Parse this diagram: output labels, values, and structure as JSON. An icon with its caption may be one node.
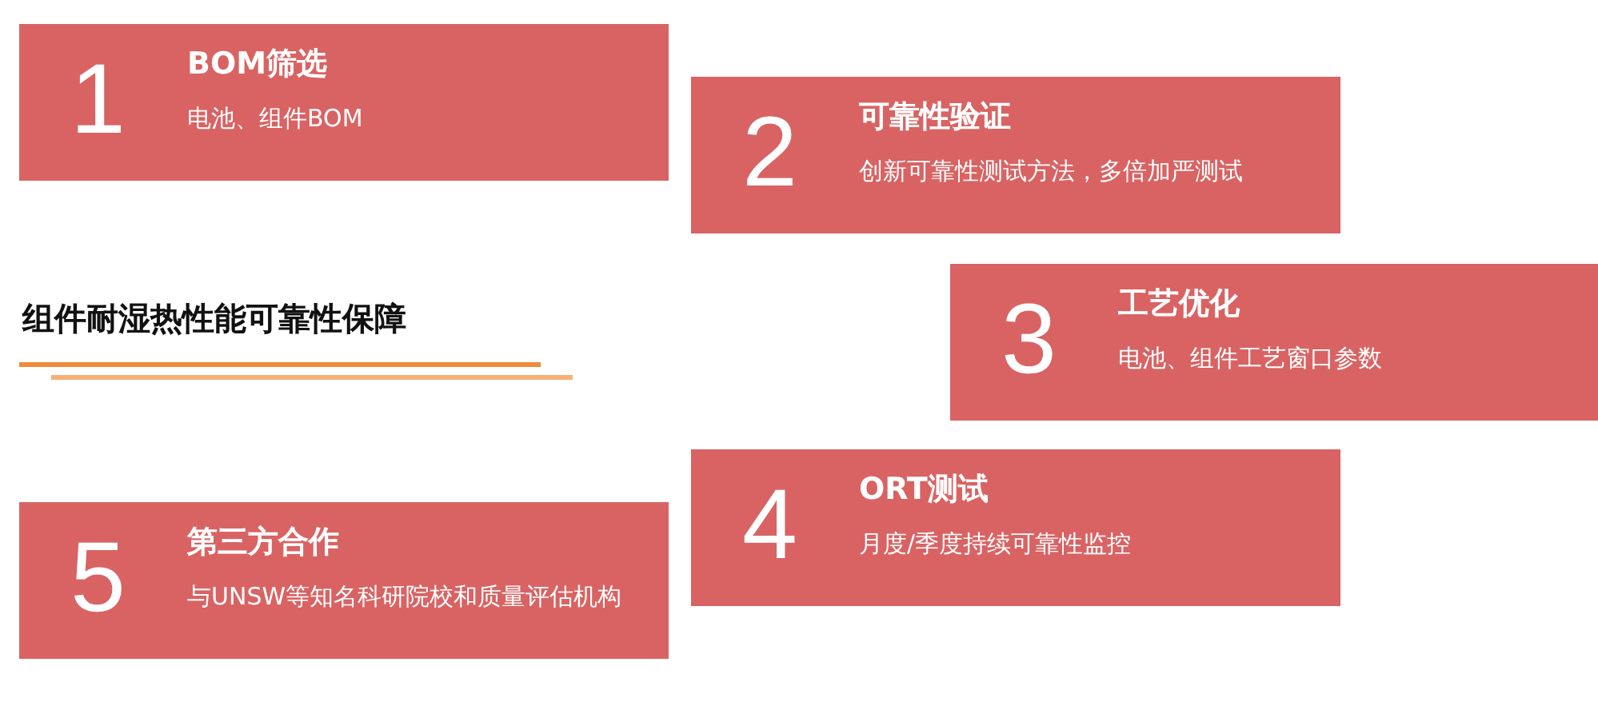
{
  "diagram": {
    "title": "组件耐湿热性能可靠性保障",
    "nodes": [
      {
        "text": [
          "1",
          "BOM筛选",
          "电池、组件BOM"
        ]
      },
      {
        "text": [
          "2",
          "可靠性验证",
          "创新可靠性测试方法，多倍加严测试"
        ]
      },
      {
        "text": [
          "3",
          "工艺优化",
          "电池、组件工艺窗口参数"
        ]
      },
      {
        "text": [
          "4",
          "ORT测试",
          "月度/季度持续可靠性监控"
        ]
      },
      {
        "text": [
          "5",
          "第三方合作",
          "与UNSW等知名科研院校和质量评估机构"
        ]
      }
    ]
  }
}
